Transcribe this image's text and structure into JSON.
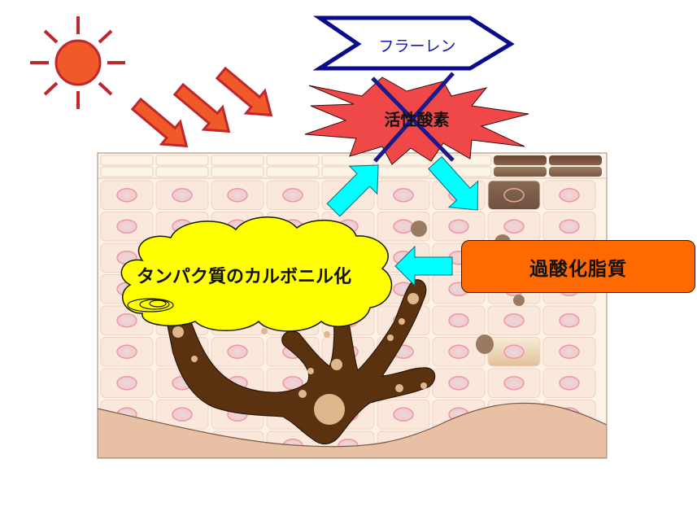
{
  "diagram": {
    "title": "",
    "labels": {
      "fullerene": "フラーレン",
      "reactive_oxygen": "活性酸素",
      "lipid_peroxide": "過酸化脂質",
      "protein_carbonylation": "タンパク質のカルボニル化"
    },
    "elements": {
      "sun": "sun-icon",
      "uv_rays": [
        "uv-arrow-1",
        "uv-arrow-2",
        "uv-arrow-3"
      ],
      "skin_layers": [
        "stratum-corneum",
        "epidermis-cells",
        "dermis"
      ],
      "melanocyte": "melanocyte",
      "cross_out": "x-mark over 活性酸素"
    },
    "flows": [
      {
        "from": "skin",
        "to": "活性酸素",
        "arrow": "cyan up-right"
      },
      {
        "from": "活性酸素",
        "to": "skin cells",
        "arrow": "cyan down-right"
      },
      {
        "from": "過酸化脂質",
        "to": "タンパク質のカルボニル化",
        "arrow": "cyan left"
      }
    ],
    "colors": {
      "sun": "#f05a28",
      "sun_stroke": "#c0272d",
      "fullerene_stroke": "#0a0a8c",
      "fullerene_text": "#1414b4",
      "burst_fill": "#f04848",
      "cross": "#1a1a8c",
      "cyan_arrow": "#00ffff",
      "lipid_box": "#ff6a00",
      "cloud": "#ffff00",
      "melanocyte": "#5a3210",
      "skin_cell": "#fbe8dc",
      "nucleus": "#f0c8cc",
      "dermis": "#e8c0a4"
    }
  }
}
